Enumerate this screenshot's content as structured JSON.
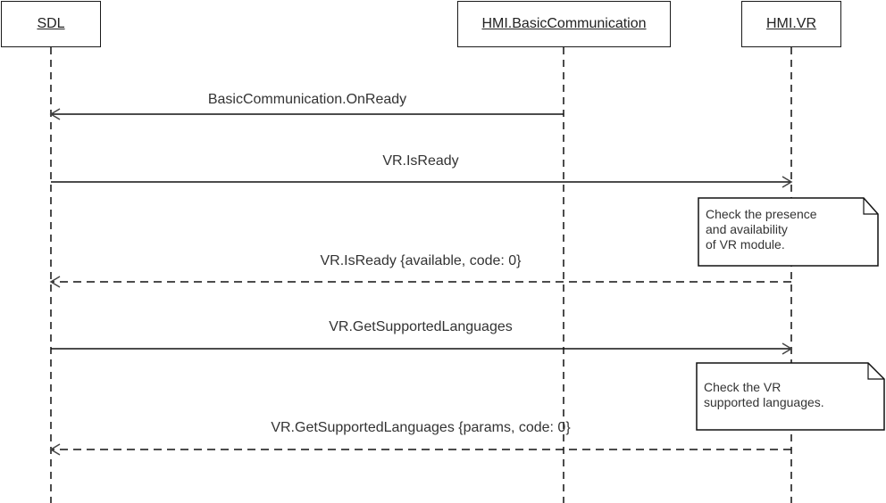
{
  "participants": [
    {
      "id": "sdl",
      "label": "SDL"
    },
    {
      "id": "bc",
      "label": "HMI.BasicCommunication"
    },
    {
      "id": "vr",
      "label": "HMI.VR"
    }
  ],
  "messages": [
    {
      "label": "BasicCommunication.OnReady",
      "from": "bc",
      "to": "sdl",
      "style": "sync"
    },
    {
      "label": "VR.IsReady",
      "from": "sdl",
      "to": "vr",
      "style": "sync"
    },
    {
      "label": "VR.IsReady {available, code: 0}",
      "from": "vr",
      "to": "sdl",
      "style": "reply"
    },
    {
      "label": "VR.GetSupportedLanguages",
      "from": "sdl",
      "to": "vr",
      "style": "sync"
    },
    {
      "label": "VR.GetSupportedLanguages {params, code: 0}",
      "from": "vr",
      "to": "sdl",
      "style": "reply"
    }
  ],
  "notes": [
    {
      "text": "Check the presence\nand availability\nof VR module.",
      "attached_to": "vr"
    },
    {
      "text": "Check the VR\nsupported languages.",
      "attached_to": "vr"
    }
  ]
}
